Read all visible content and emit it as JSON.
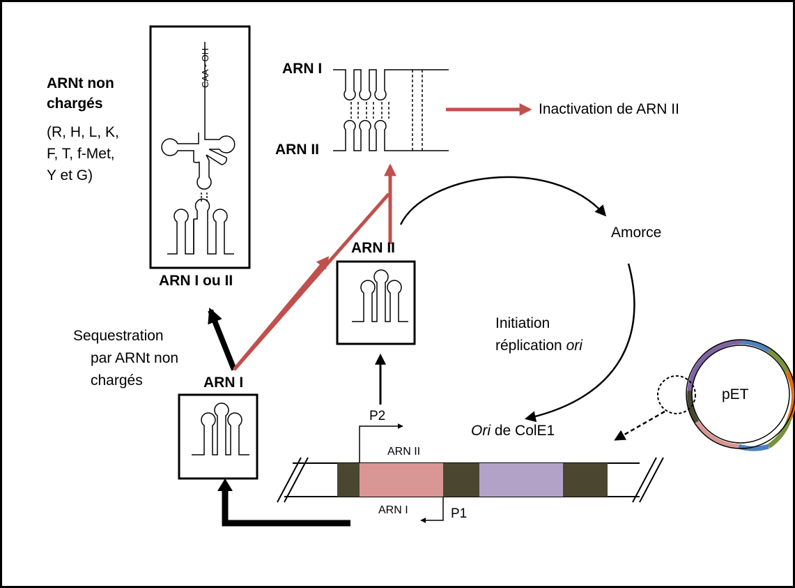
{
  "labels": {
    "arnt_title_line1": "ARNt non",
    "arnt_title_line2": "chargés",
    "arnt_list_line1": "(R, H, L, K,",
    "arnt_list_line2": "F, T, f-Met,",
    "arnt_list_line3": "Y et G)",
    "cca_label": "CAA - OH",
    "arn_i_ou_ii": "ARN I ou II",
    "sequestration_line1": "Sequestration",
    "sequestration_line2": "par ARNt non",
    "sequestration_line3": "chargés",
    "arn_i_box": "ARN I",
    "arn_ii_box": "ARN II",
    "duplex_arn_i": "ARN I",
    "duplex_arn_ii": "ARN II",
    "inactivation": "Inactivation de ARN II",
    "amorce": "Amorce",
    "initiation_line1": "Initiation",
    "initiation_line2_prefix": "réplication ",
    "initiation_line2_italic": "ori",
    "ori_italic": "Ori",
    "ori_suffix": " de ColE1",
    "p2": "P2",
    "p1": "P1",
    "arn_ii_small": "ARN II",
    "arn_i_small": "ARN I",
    "pet": "pET"
  },
  "colors": {
    "red_arrow": "#c0504d",
    "segment_dark": "#4a4630",
    "segment_pink": "#d99694",
    "segment_purple": "#b3a2c7",
    "plasmid_purple": "#8064a2",
    "plasmid_orange": "#e36c09",
    "plasmid_green": "#77933c",
    "plasmid_blue": "#4f81bd",
    "plasmid_pink": "#d99694",
    "plasmid_cyan": "#4bacc6"
  },
  "icons": [
    "hairpin-icon",
    "trna-icon",
    "plasmid-icon"
  ]
}
